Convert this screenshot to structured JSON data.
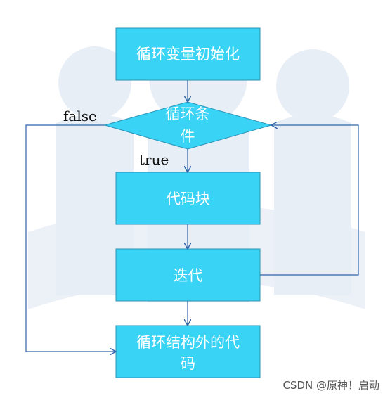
{
  "diagram": {
    "nodes": {
      "init": "循环变量初始化",
      "cond_line1": "循环条",
      "cond_line2": "件",
      "body": "代码块",
      "iter": "迭代",
      "exit_line1": "循环结构外的代",
      "exit_line2": "码"
    },
    "edges": {
      "false_label": "false",
      "true_label": "true"
    }
  },
  "watermark": "CSDN @原神！启动",
  "colors": {
    "node_fill": "#38d3f5",
    "node_border": "#2a93b8",
    "arrow": "#2e63a8",
    "background_logo": "#e7eef6"
  }
}
